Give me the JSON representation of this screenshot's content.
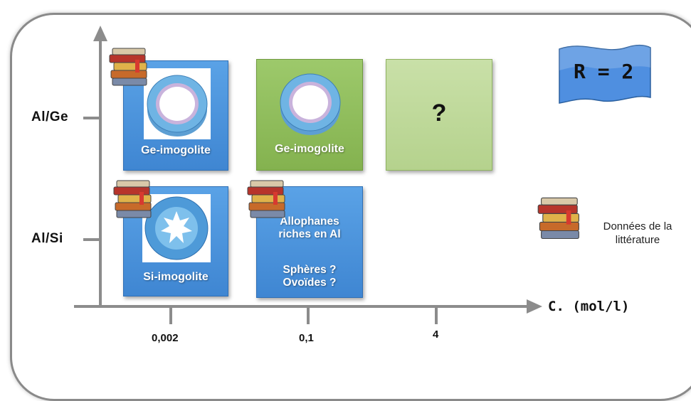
{
  "y_axis": {
    "labels": [
      "Al/Ge",
      "Al/Si"
    ]
  },
  "x_axis": {
    "label": "C. (mol/l)",
    "ticks": [
      "0,002",
      "0,1",
      "4"
    ]
  },
  "cards": {
    "ge_low": {
      "label": "Ge-imogolite"
    },
    "ge_mid": {
      "label": "Ge-imogolite"
    },
    "ge_high": {
      "label": "?"
    },
    "si_low": {
      "label": "Si-imogolite"
    },
    "si_mid": {
      "line1": "Allophanes",
      "line2": "riches en Al",
      "line3": "Sphères ?",
      "line4": "Ovoïdes ?"
    }
  },
  "ratio_badge": {
    "text": "R = 2"
  },
  "legend": {
    "line1": "Données de la",
    "line2": "littérature"
  },
  "icons": {
    "books": "books-icon",
    "nanotube": "nanotube-icon"
  },
  "colors": {
    "blue_card": "#4a92dc",
    "green_card": "#8bb955",
    "light_green_card": "#bdd796",
    "flag_blue": "#4f8fe0"
  }
}
